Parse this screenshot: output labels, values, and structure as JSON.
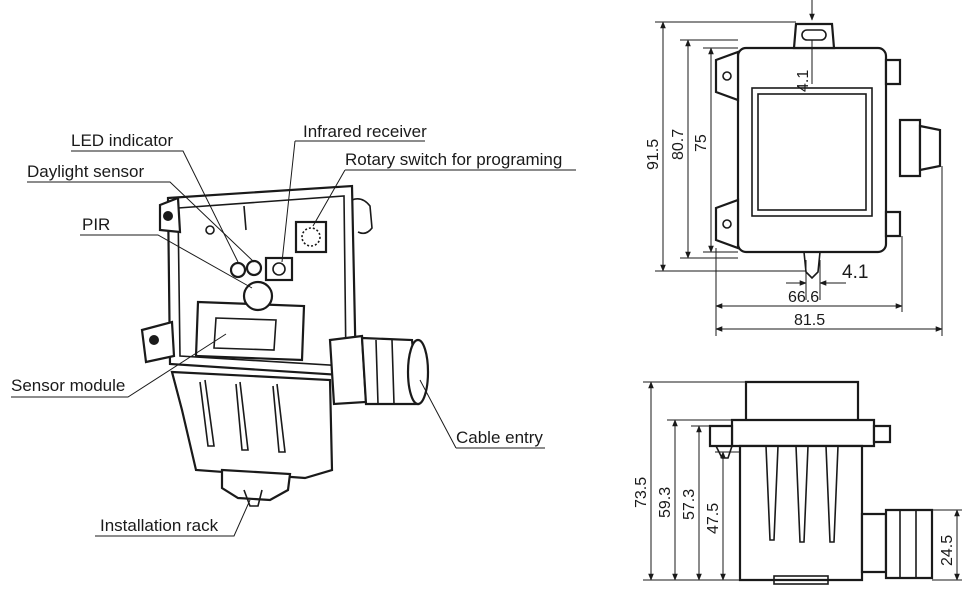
{
  "labels": {
    "led_indicator": "LED indicator",
    "infrared_receiver": "Infrared receiver",
    "daylight_sensor": "Daylight sensor",
    "rotary_switch": "Rotary switch for programing",
    "pir": "PIR",
    "sensor_module": "Sensor module",
    "cable_entry": "Cable entry",
    "installation_rack": "Installation rack"
  },
  "front_view_dims": {
    "d_91_5": "91.5",
    "d_80_7": "80.7",
    "d_75": "75",
    "d_4_1_top": "4.1",
    "d_4_1_bottom": "4.1",
    "d_66_6": "66.6",
    "d_81_5": "81.5"
  },
  "side_view_dims": {
    "d_73_5": "73.5",
    "d_59_3": "59.3",
    "d_57_3": "57.3",
    "d_47_5": "47.5",
    "d_24_5": "24.5"
  }
}
